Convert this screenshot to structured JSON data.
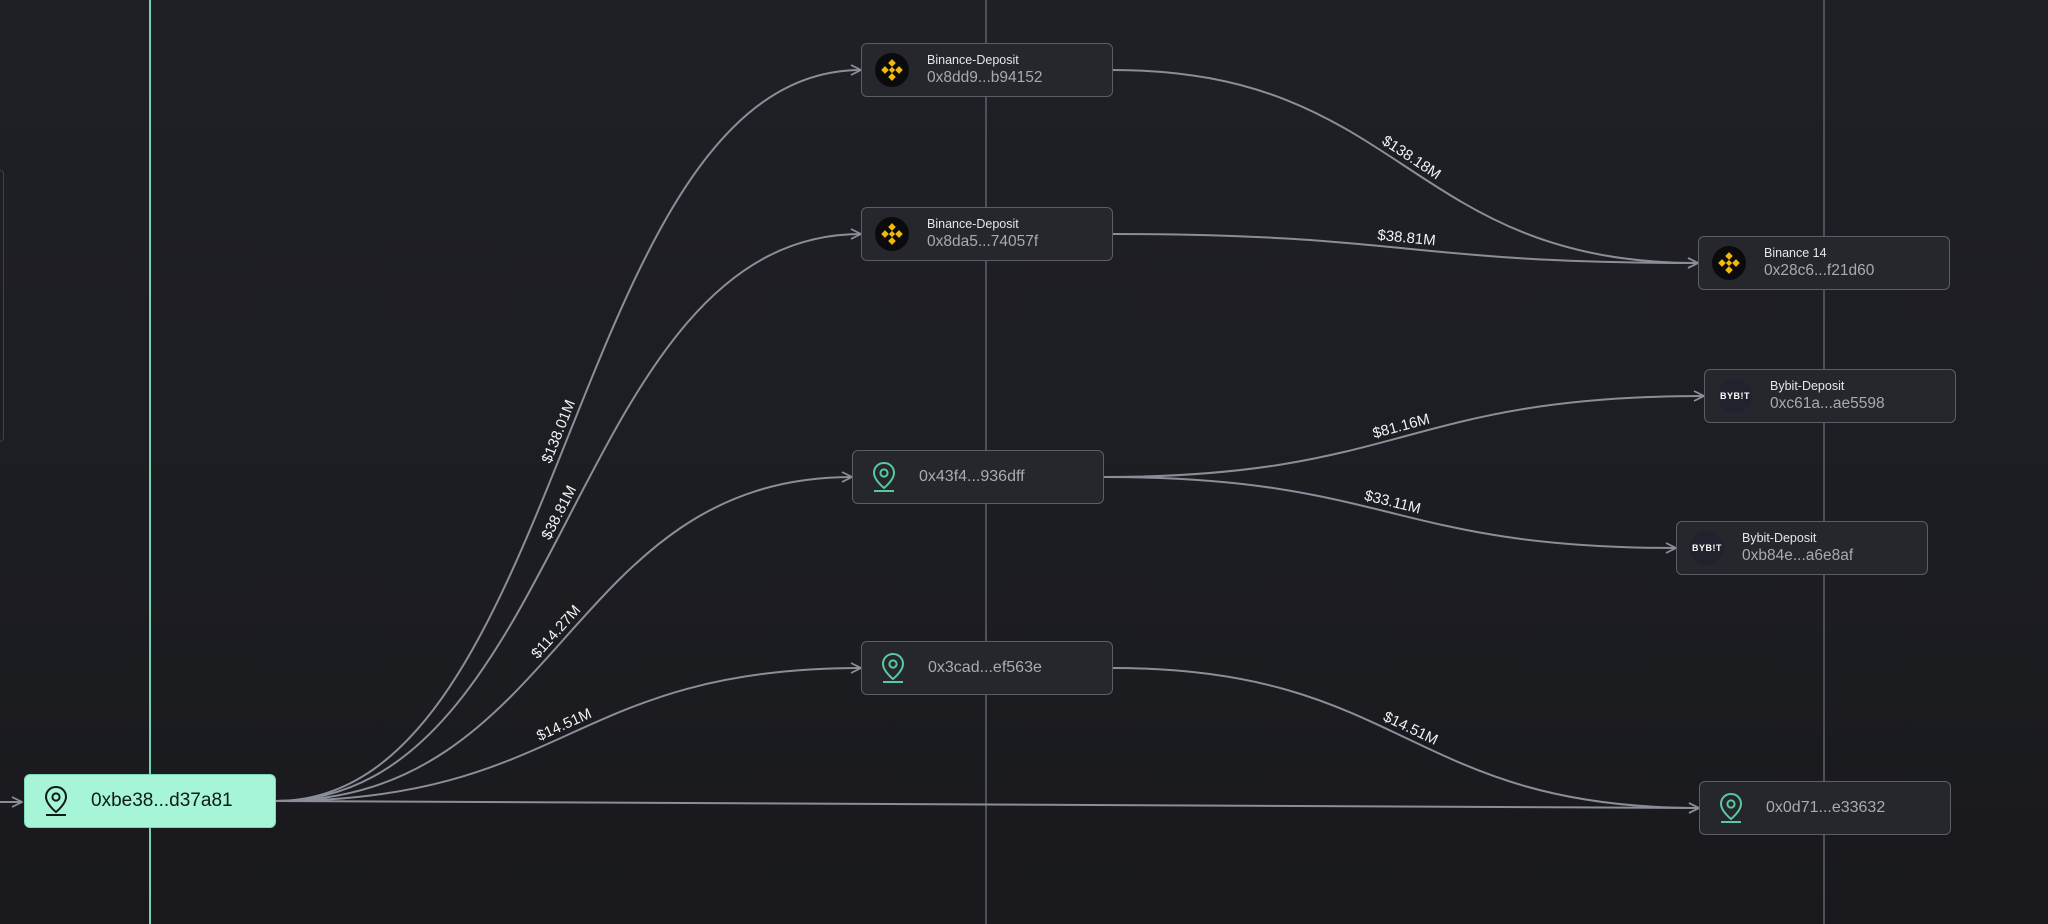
{
  "colors": {
    "edge": "#8a8e98",
    "root_fill": "#a6f5d6",
    "root_guide": "#6fd4b3",
    "guide": "#4c505a",
    "binance_gold": "#f0b90b",
    "location_green": "#59c9a0"
  },
  "nodes": {
    "root": {
      "address": "0xbe38...d37a81",
      "icon": "location-pin-icon"
    },
    "bd1": {
      "label": "Binance-Deposit",
      "address": "0x8dd9...b94152",
      "icon": "binance-icon"
    },
    "bd2": {
      "label": "Binance-Deposit",
      "address": "0x8da5...74057f",
      "icon": "binance-icon"
    },
    "mid1": {
      "address": "0x43f4...936dff",
      "icon": "location-pin-icon"
    },
    "mid2": {
      "address": "0x3cad...ef563e",
      "icon": "location-pin-icon"
    },
    "bn14": {
      "label": "Binance 14",
      "address": "0x28c6...f21d60",
      "icon": "binance-icon"
    },
    "by1": {
      "label": "Bybit-Deposit",
      "address": "0xc61a...ae5598",
      "icon": "bybit-icon",
      "icon_text": "BYB!T"
    },
    "by2": {
      "label": "Bybit-Deposit",
      "address": "0xb84e...a6e8af",
      "icon": "bybit-icon",
      "icon_text": "BYB!T"
    },
    "far": {
      "address": "0x0d71...e33632",
      "icon": "location-pin-icon"
    }
  },
  "edges": [
    {
      "from": "root",
      "to": "bd1",
      "amount": "$138.01M"
    },
    {
      "from": "root",
      "to": "bd2",
      "amount": "$38.81M"
    },
    {
      "from": "root",
      "to": "mid1",
      "amount": "$114.27M"
    },
    {
      "from": "root",
      "to": "mid2",
      "amount": "$14.51M"
    },
    {
      "from": "root",
      "to": "far",
      "amount": ""
    },
    {
      "from": "bd1",
      "to": "bn14",
      "amount": "$138.18M"
    },
    {
      "from": "bd2",
      "to": "bn14",
      "amount": "$38.81M"
    },
    {
      "from": "mid1",
      "to": "by1",
      "amount": "$81.16M"
    },
    {
      "from": "mid1",
      "to": "by2",
      "amount": "$33.11M"
    },
    {
      "from": "mid2",
      "to": "far",
      "amount": "$14.51M"
    }
  ]
}
